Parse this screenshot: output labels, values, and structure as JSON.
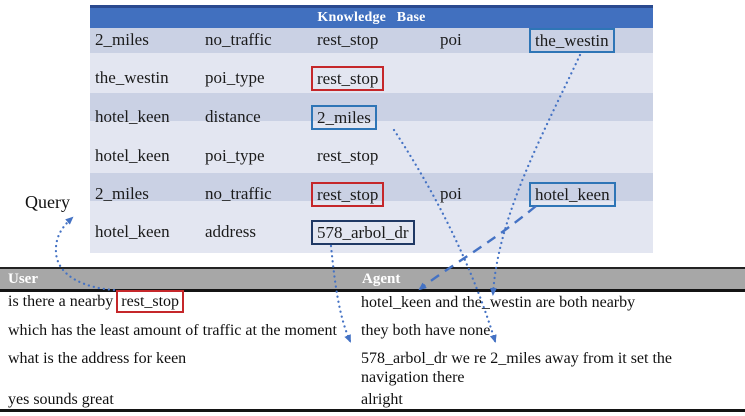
{
  "kb": {
    "title": "Knowledge Base",
    "rows": [
      {
        "cells": [
          {
            "text": "2_miles"
          },
          {
            "text": "no_traffic"
          },
          {
            "text": "rest_stop"
          },
          {
            "text": "poi"
          },
          {
            "text": "the_westin",
            "box": "blue"
          }
        ]
      },
      {
        "cells": [
          {
            "text": "the_westin"
          },
          {
            "text": "poi_type"
          },
          {
            "text": "rest_stop",
            "box": "red"
          }
        ]
      },
      {
        "cells": [
          {
            "text": "hotel_keen"
          },
          {
            "text": "distance"
          },
          {
            "text": "2_miles",
            "box": "blue"
          }
        ]
      },
      {
        "cells": [
          {
            "text": "hotel_keen"
          },
          {
            "text": "poi_type"
          },
          {
            "text": "rest_stop"
          }
        ]
      },
      {
        "cells": [
          {
            "text": "2_miles"
          },
          {
            "text": "no_traffic"
          },
          {
            "text": "rest_stop",
            "box": "red"
          },
          {
            "text": "poi"
          },
          {
            "text": "hotel_keen",
            "box": "blue"
          }
        ]
      },
      {
        "cells": [
          {
            "text": "hotel_keen"
          },
          {
            "text": "address"
          },
          {
            "text": "578_arbol_dr",
            "box": "navy"
          }
        ]
      }
    ]
  },
  "query_label": "Query",
  "dialogue": {
    "user_header": "User",
    "agent_header": "Agent",
    "user_lines": [
      {
        "prefix": "is there a nearby",
        "boxed": "rest_stop"
      },
      {
        "text": "which has the least amount of traffic at the moment"
      },
      {
        "text": "what is the address for keen"
      },
      {
        "text": "yes sounds great"
      }
    ],
    "agent_lines": [
      "hotel_keen and the_westin are both nearby",
      "they both have none",
      "578_arbol_dr we re 2_miles away from it set the",
      "navigation there",
      "alright"
    ]
  },
  "colors": {
    "kb_header_bg": "#4170bf",
    "kb_header_border": "#2a4a8f",
    "row_dark": "#cad1e4",
    "row_light": "#e3e6f1",
    "bar_gray": "#a7a7a7",
    "arrow_blue": "#4472c4",
    "box_red": "#c5272a",
    "box_blue": "#2e75b6",
    "box_navy": "#1f3864"
  }
}
